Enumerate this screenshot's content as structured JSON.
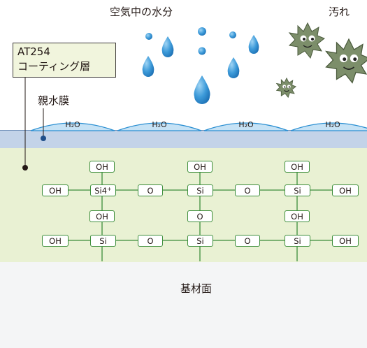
{
  "labels": {
    "airborne_moisture": "空気中の水分",
    "dirt": "汚れ",
    "coating_product": "AT254",
    "coating_layer": "コーティング層",
    "hydrophilic_film": "親水膜",
    "substrate": "基材面"
  },
  "water_beads": [
    "H₂O",
    "H₂O",
    "H₂O",
    "H₂O"
  ],
  "row1": [
    "OH",
    "Si4",
    "O",
    "Si",
    "O",
    "Si",
    "OH"
  ],
  "row1_si_charge": "+",
  "hydroxyl_top": [
    "OH",
    "OH",
    "OH"
  ],
  "link_middle": [
    "OH",
    "O",
    "OH"
  ],
  "row2": [
    "OH",
    "Si",
    "O",
    "Si",
    "O",
    "Si",
    "OH"
  ],
  "colors": {
    "water": "#2a8fd2",
    "film": "#c3d3e8",
    "coating": "#e9f1d3",
    "substrate": "#f4f5f6",
    "bond": "#3c8d3a",
    "dirt": "#6b7d5a"
  }
}
